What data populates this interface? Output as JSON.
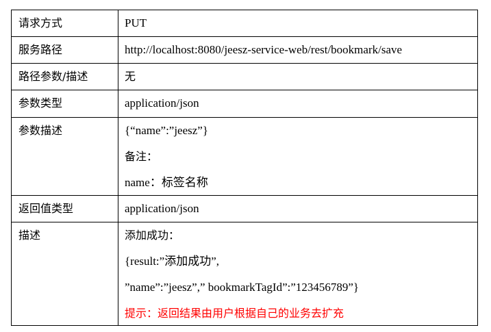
{
  "table": {
    "rows": [
      {
        "label": "请求方式",
        "lines": [
          "PUT"
        ]
      },
      {
        "label": "服务路径",
        "lines": [
          "http://localhost:8080/jeesz-service-web/rest/bookmark/save"
        ]
      },
      {
        "label": "路径参数/描述",
        "lines": [
          "无"
        ]
      },
      {
        "label": "参数类型",
        "lines": [
          "application/json"
        ]
      },
      {
        "label": "参数描述",
        "lines": [
          "{“name”:”jeesz”}",
          "备注：",
          "name：标签名称"
        ]
      },
      {
        "label": "返回值类型",
        "lines": [
          "application/json"
        ]
      },
      {
        "label": "描述",
        "lines": [
          "添加成功：",
          "{result:”添加成功”,",
          "”name”:”jeesz”,” bookmarkTagId”:”123456789”}",
          "提示：返回结果由用户根据自己的业务去扩充"
        ]
      }
    ]
  },
  "colors": {
    "border": "#000000",
    "text": "#000000",
    "hint": "#ff0000"
  }
}
